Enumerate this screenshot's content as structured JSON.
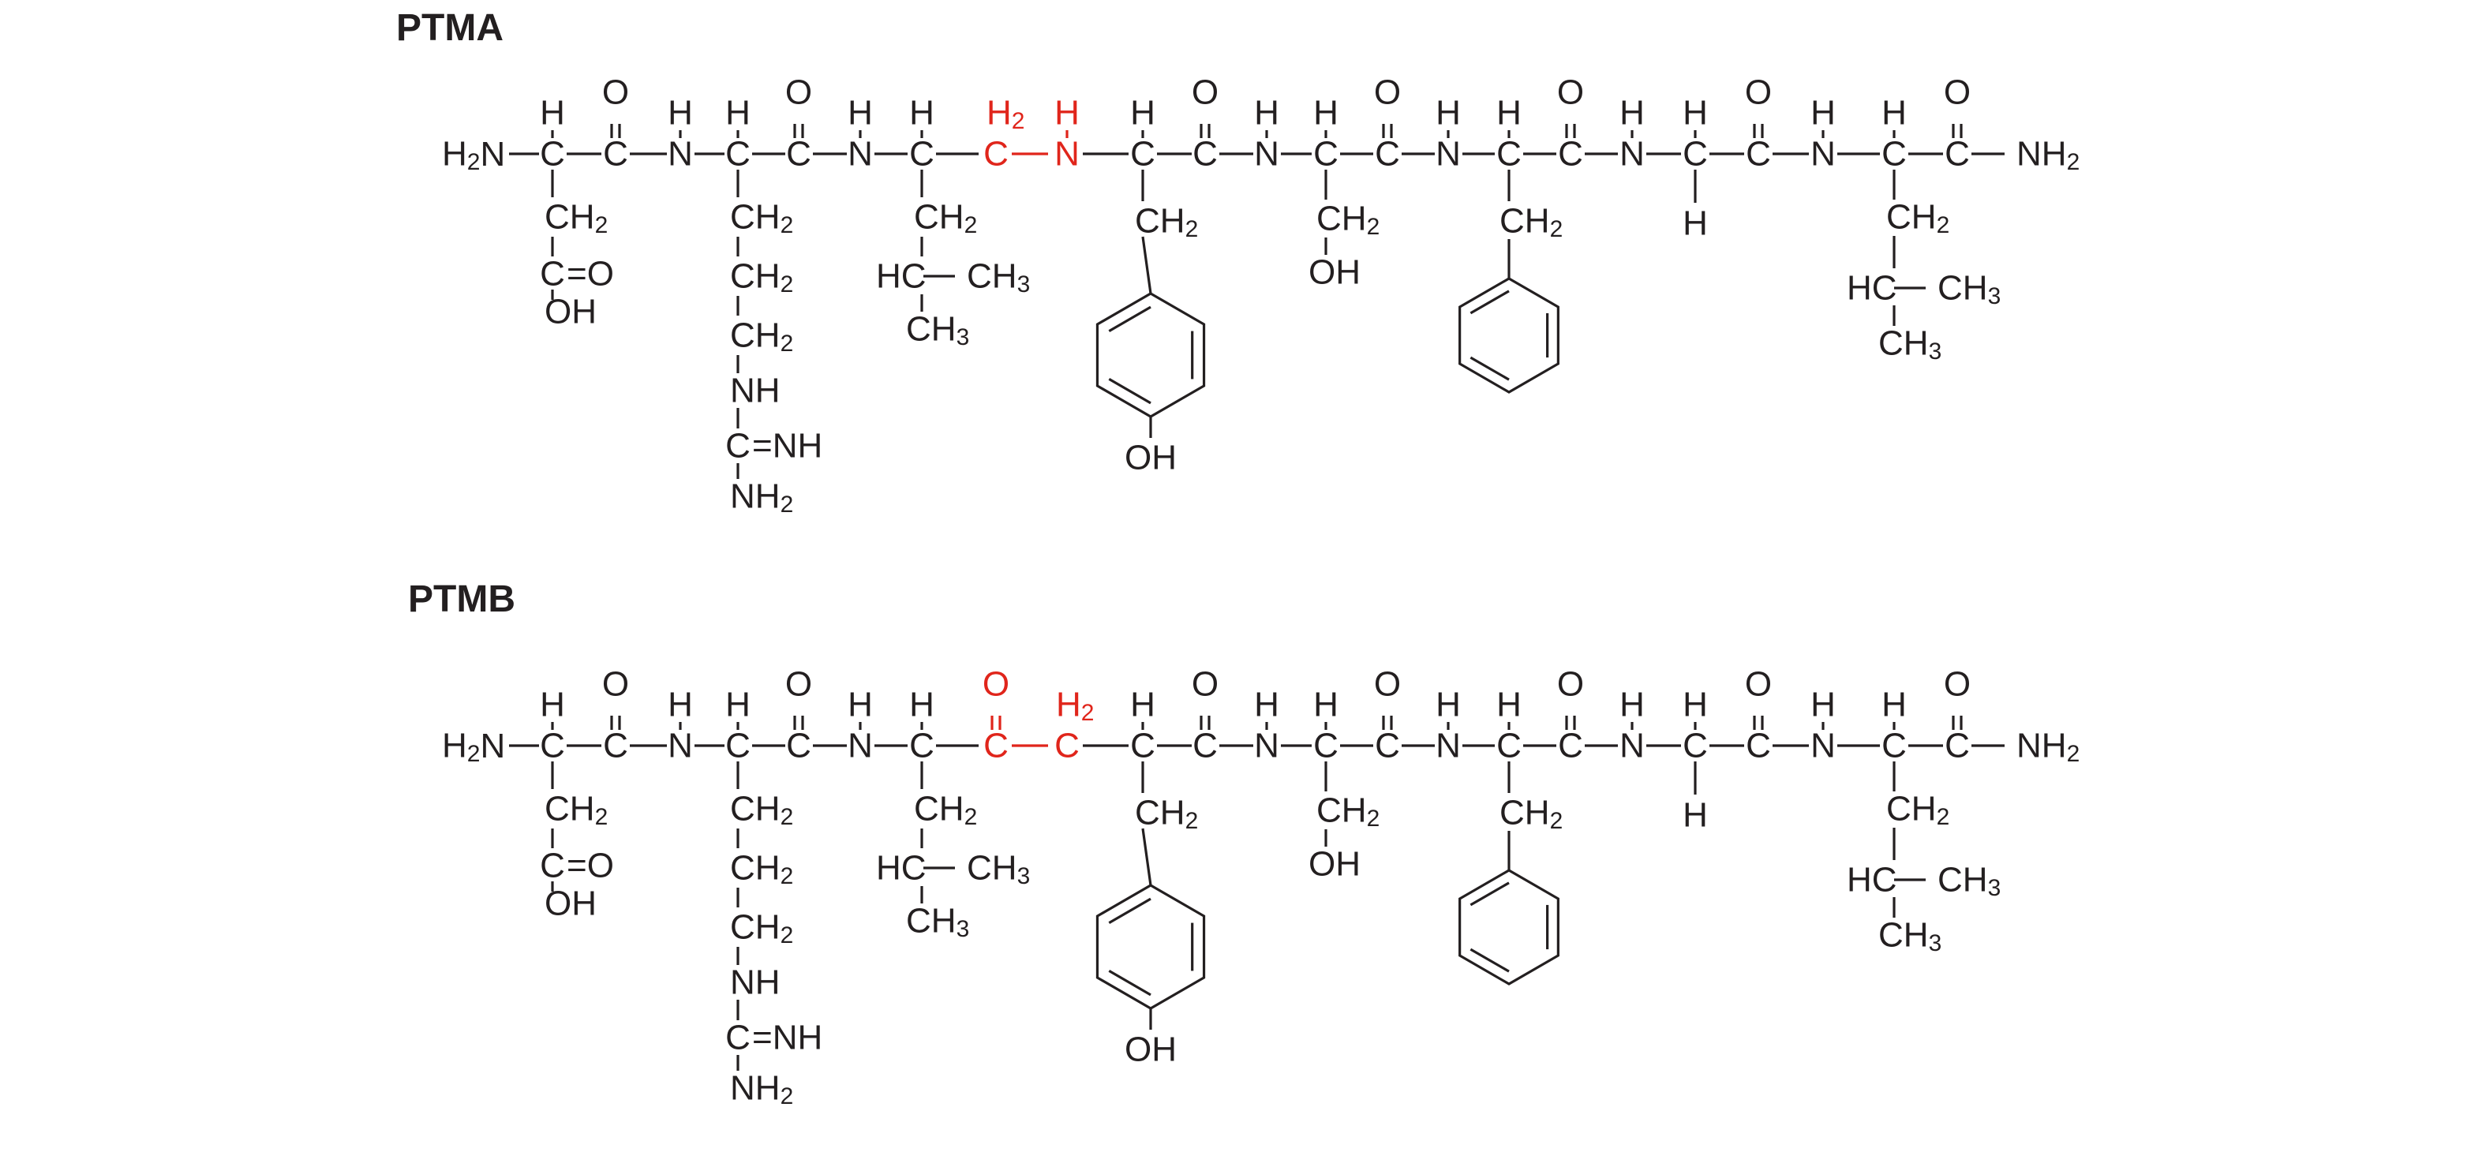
{
  "colors": {
    "ink": "#231f20",
    "highlight": "#e0251b",
    "background": "#ffffff"
  },
  "panels": [
    {
      "title": "PTMA",
      "linker": [
        "C",
        "N"
      ],
      "linker_subs": [
        "H2",
        "H"
      ]
    },
    {
      "title": "PTMB",
      "linker": [
        "C",
        "C"
      ],
      "linker_subs": [
        "O",
        "H2"
      ]
    }
  ],
  "labels": {
    "H": "H",
    "O": "O",
    "C": "C",
    "N": "N",
    "H2": "H",
    "sub2": "2",
    "CH": "CH",
    "CH3": "CH",
    "sub3": "3",
    "OH": "OH",
    "NH": "NH",
    "NH2": "NH",
    "HC": "HC",
    "eqO": "=O",
    "eqNH": "=NH",
    "dash": "–"
  }
}
